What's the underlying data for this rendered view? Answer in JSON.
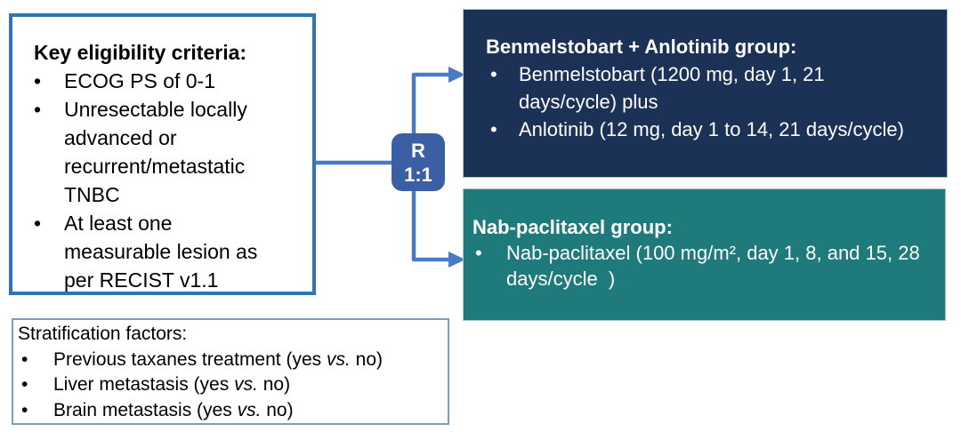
{
  "eligibility": {
    "title": "Key eligibility criteria:",
    "bullet": "•",
    "items": [
      "ECOG PS of 0-1",
      "Unresectable locally advanced or recurrent/metastatic TNBC",
      "At least one measurable lesion as per RECIST v1.1"
    ]
  },
  "randomization": {
    "line1": "R",
    "line2": "1:1"
  },
  "arm1": {
    "title": "Benmelstobart + Anlotinib group:",
    "bullet": "•",
    "items": [
      "Benmelstobart (1200 mg, day 1, 21 days/cycle) plus",
      "Anlotinib (12 mg, day 1 to 14, 21 days/cycle)"
    ]
  },
  "arm2": {
    "title": "Nab-paclitaxel group:",
    "bullet": "•",
    "items": [
      "Nab-paclitaxel (100 mg/m², day 1, 8, and 15, 28 days/cycle  )"
    ]
  },
  "stratification": {
    "title": "Stratification factors:",
    "bullet": "•",
    "items": [
      {
        "pre": "Previous taxanes treatment (yes ",
        "vs": "vs.",
        "post": " no)"
      },
      {
        "pre": "Liver metastasis (yes ",
        "vs": "vs.",
        "post": " no)"
      },
      {
        "pre": "Brain metastasis (yes ",
        "vs": "vs.",
        "post": " no)"
      }
    ]
  },
  "colors": {
    "arm1_bg": "#1C3156",
    "arm2_bg": "#1F7A7B",
    "r_box_bg": "#3A5FA5",
    "connector": "#4A79C5",
    "eligibility_border": "#2E75B6",
    "stratification_border": "#7D9CC0",
    "dark_box_outline": "#A9C7D3",
    "text_dark": "#000000",
    "text_light": "#FFFFFF"
  }
}
